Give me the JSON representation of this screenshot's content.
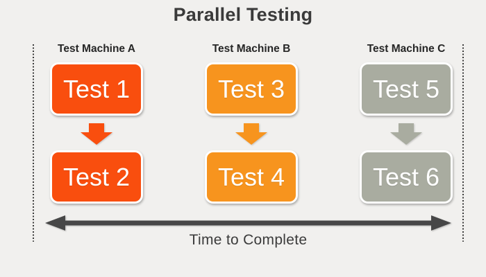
{
  "title": "Parallel Testing",
  "colors": {
    "background": "#F1F0EE",
    "title_text": "#3A3A3A",
    "header_text": "#262626",
    "machine_a": "#F94E0E",
    "machine_b": "#F7941E",
    "machine_c": "#A9ACA0",
    "box_text": "#FFFFFF",
    "timeline_arrow": "#474747",
    "dotted_line": "#3A3A3A"
  },
  "icons": {
    "down_arrow": "block-down-arrow",
    "timeline": "double-headed-horizontal-arrow",
    "boundary": "vertical-dotted-line"
  },
  "machines": [
    {
      "name": "Test Machine A",
      "color": "#F94E0E",
      "tests": [
        "Test 1",
        "Test 2"
      ]
    },
    {
      "name": "Test Machine B",
      "color": "#F7941E",
      "tests": [
        "Test 3",
        "Test 4"
      ]
    },
    {
      "name": "Test Machine C",
      "color": "#A9ACA0",
      "tests": [
        "Test 5",
        "Test 6"
      ]
    }
  ],
  "timeline": {
    "label": "Time to Complete"
  }
}
